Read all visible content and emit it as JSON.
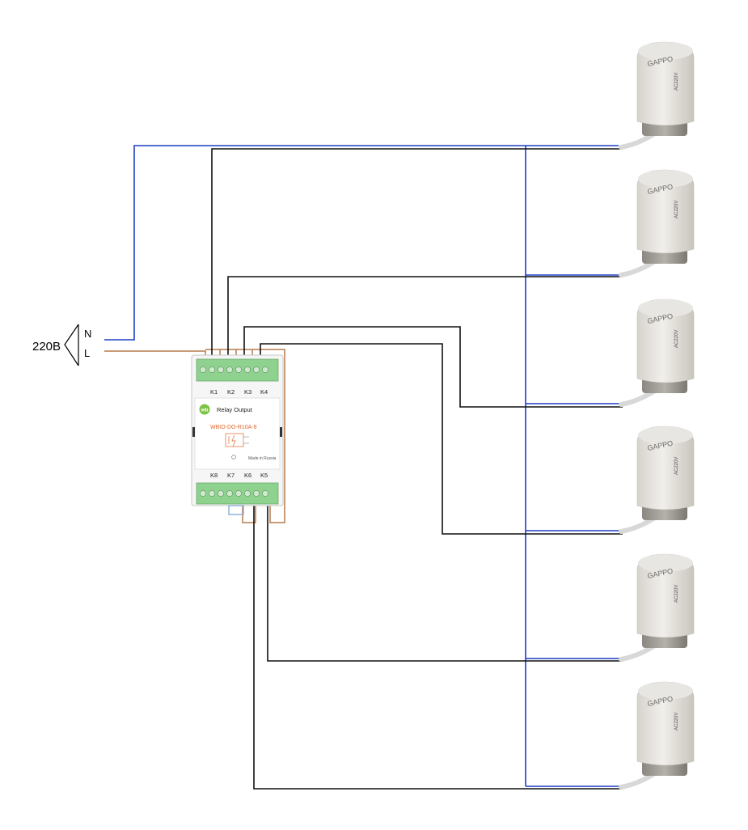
{
  "supply": {
    "voltage_label": "220В",
    "neutral_label": "N",
    "line_label": "L"
  },
  "module": {
    "logo_text": "wb",
    "title": "Relay Output",
    "model": "WBIO-DO-R10A-8",
    "terminal_labels_top": [
      "K1",
      "K2",
      "K3",
      "K4"
    ],
    "terminal_labels_bottom": [
      "K8",
      "K7",
      "K6",
      "K5"
    ],
    "made_in": "Made in Russia"
  },
  "actuator": {
    "brand": "GAPPO",
    "spec_text": "AC220V",
    "count": 6
  },
  "colors": {
    "neutral_wire": "#1f3fc4",
    "line_wire": "#b87a4b",
    "signal_wire": "#111111",
    "terminal_green": "#8fd28f",
    "model_orange": "#e2672a",
    "logo_green": "#7cc243"
  }
}
